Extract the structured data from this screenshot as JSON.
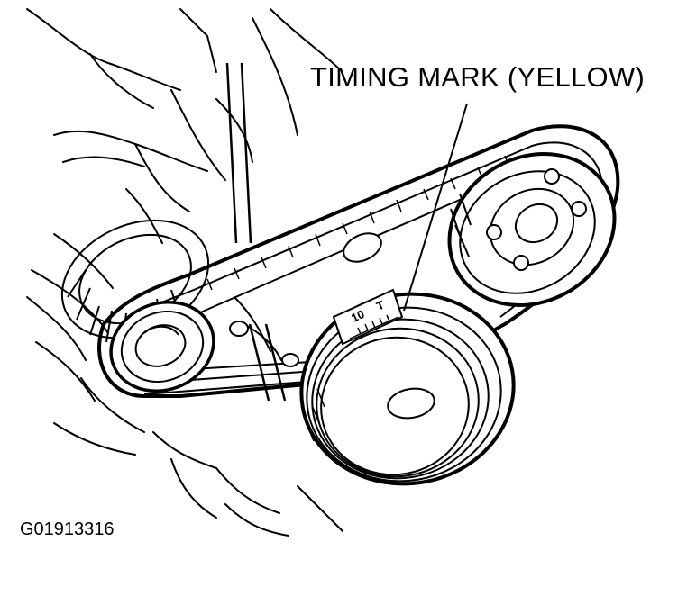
{
  "callout": {
    "label": "TIMING MARK (YELLOW)"
  },
  "plate": {
    "left_text": "10",
    "right_text": "T"
  },
  "figure": {
    "id": "G01913316"
  },
  "colors": {
    "ink": "#000000",
    "paper": "#ffffff"
  }
}
